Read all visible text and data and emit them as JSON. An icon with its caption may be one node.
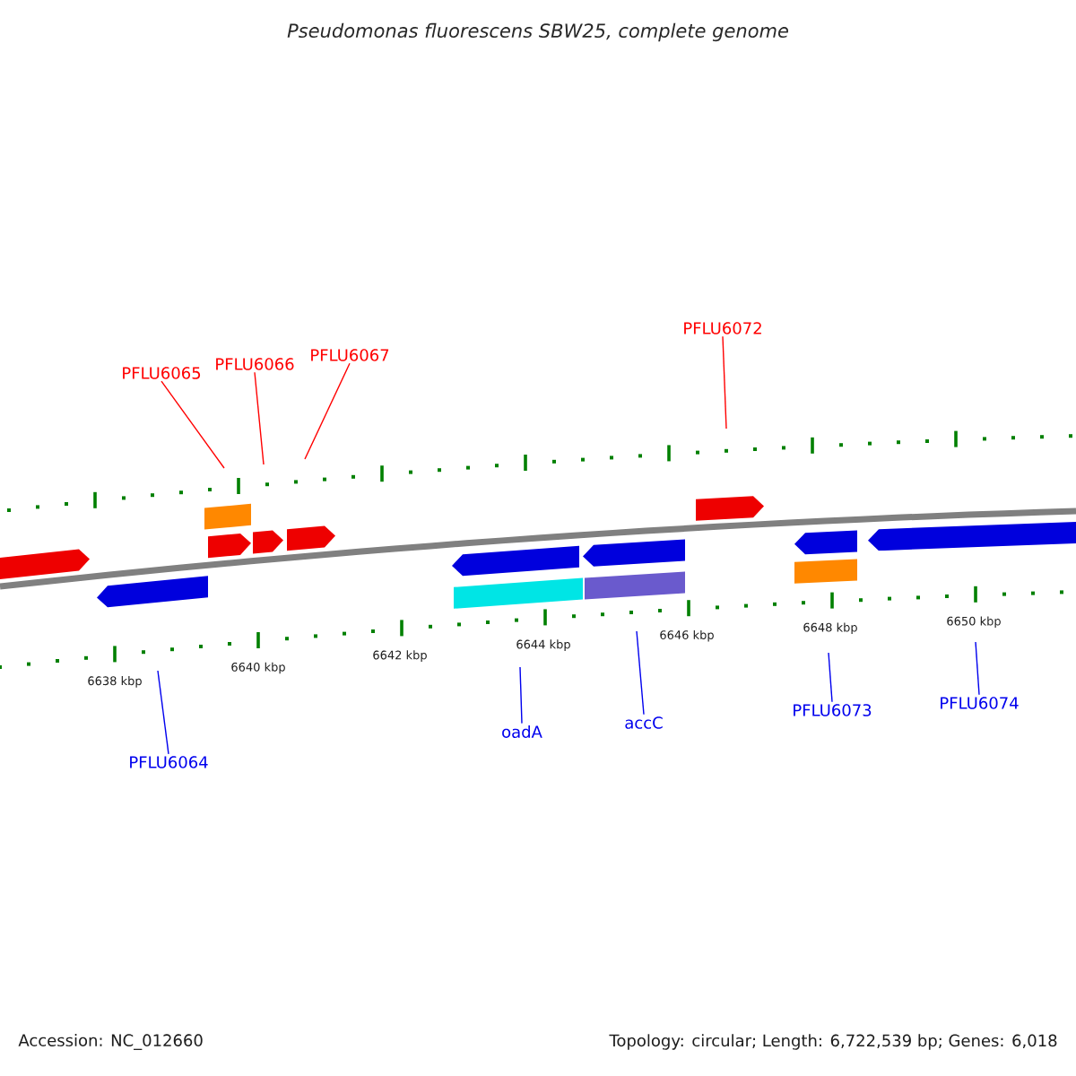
{
  "diagram": {
    "title": "Pseudomonas fluorescens SBW25, complete genome",
    "nodes": [
      {
        "text": [
          "PFLU6065"
        ]
      },
      {
        "text": [
          "PFLU6066"
        ]
      },
      {
        "text": [
          "PFLU6067"
        ]
      },
      {
        "text": [
          "PFLU6072"
        ]
      },
      {
        "text": [
          "PFLU6064"
        ]
      },
      {
        "text": [
          "oadA"
        ]
      },
      {
        "text": [
          "accC"
        ]
      },
      {
        "text": [
          "PFLU6073"
        ]
      },
      {
        "text": [
          "PFLU6074"
        ]
      }
    ],
    "edges": [
      {
        "from": 0,
        "to": null,
        "arrow": "none",
        "color": "#ff0000"
      },
      {
        "from": 1,
        "to": null,
        "arrow": "none",
        "color": "#ff0000"
      },
      {
        "from": 2,
        "to": null,
        "arrow": "none",
        "color": "#ff0000"
      },
      {
        "from": 3,
        "to": null,
        "arrow": "none",
        "color": "#ff0000"
      },
      {
        "from": 4,
        "to": null,
        "arrow": "none"
      },
      {
        "from": 5,
        "to": null,
        "arrow": "none"
      },
      {
        "from": 6,
        "to": null,
        "arrow": "none"
      },
      {
        "from": 7,
        "to": null,
        "arrow": "none"
      },
      {
        "from": 8,
        "to": null,
        "arrow": "none"
      }
    ],
    "labels": [
      "6638 kbp",
      "6640 kbp",
      "6642 kbp",
      "6644 kbp",
      "6646 kbp",
      "6648 kbp",
      "6650 kbp",
      "Accession: NC_012660",
      "Topology: circular; Length: 6,722,539 bp; Genes: 6,018"
    ]
  }
}
